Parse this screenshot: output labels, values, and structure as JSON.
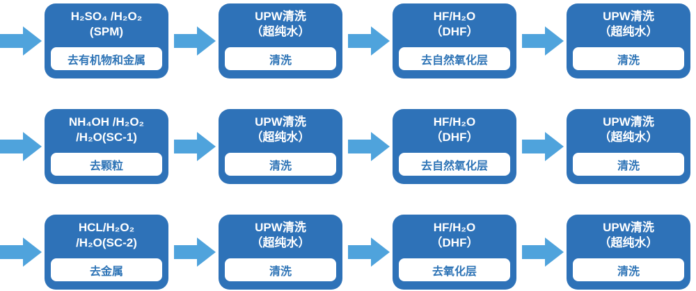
{
  "colors": {
    "box_fill": "#2E72B8",
    "arrow_fill": "#4FA3DC",
    "label_text": "#2E74B6",
    "title_text": "#FFFFFF",
    "background": "#FFFFFF"
  },
  "flow": {
    "rows": [
      {
        "steps": [
          {
            "title_line1": "H₂SO₄ /H₂O₂",
            "title_line2": "(SPM)",
            "action": "去有机物和金属"
          },
          {
            "title_line1": "UPW清洗",
            "title_line2": "（超纯水）",
            "action": "清洗"
          },
          {
            "title_line1": "HF/H₂O",
            "title_line2": "（DHF）",
            "action": "去自然氧化层"
          },
          {
            "title_line1": "UPW清洗",
            "title_line2": "（超纯水）",
            "action": "清洗"
          }
        ]
      },
      {
        "steps": [
          {
            "title_line1": "NH₄OH /H₂O₂",
            "title_line2": "/H₂O(SC-1)",
            "action": "去颗粒"
          },
          {
            "title_line1": "UPW清洗",
            "title_line2": "（超纯水）",
            "action": "清洗"
          },
          {
            "title_line1": "HF/H₂O",
            "title_line2": "（DHF）",
            "action": "去自然氧化层"
          },
          {
            "title_line1": "UPW清洗",
            "title_line2": "（超纯水）",
            "action": "清洗"
          }
        ]
      },
      {
        "steps": [
          {
            "title_line1": "HCL/H₂O₂",
            "title_line2": "/H₂O(SC-2)",
            "action": "去金属"
          },
          {
            "title_line1": "UPW清洗",
            "title_line2": "（超纯水）",
            "action": "清洗"
          },
          {
            "title_line1": "HF/H₂O",
            "title_line2": "（DHF）",
            "action": "去氧化层"
          },
          {
            "title_line1": "UPW清洗",
            "title_line2": "（超纯水）",
            "action": "清洗"
          }
        ]
      }
    ]
  }
}
